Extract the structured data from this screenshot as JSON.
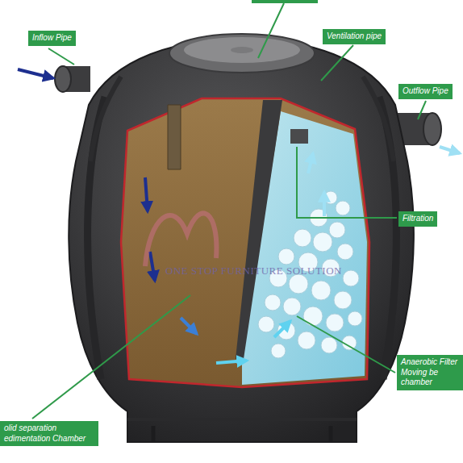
{
  "diagram": {
    "nodes": [
      {
        "text": [
          "Inflow Pipe"
        ]
      },
      {
        "text": [
          "Ventilation pipe"
        ]
      },
      {
        "text": [
          "Outflow Pipe"
        ]
      },
      {
        "text": [
          "Filtration"
        ]
      },
      {
        "text": [
          "Anaerobic Filter Moving be chamber"
        ]
      },
      {
        "text": [
          "olid separation edimentation Chamber"
        ]
      }
    ],
    "labels": [
      "ONE STOP FURNITURE SOLUTION"
    ]
  }
}
